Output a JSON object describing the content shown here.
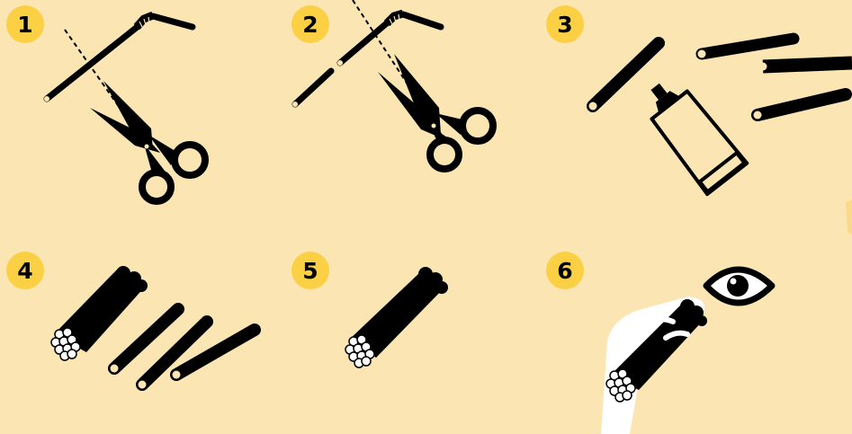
{
  "colors": {
    "background": "#FBE6B3",
    "badge": "#FBD045",
    "ink": "#000000",
    "white": "#FFFFFF"
  },
  "steps": [
    {
      "number": "1",
      "icon": "scissors-cutting-straw-icon"
    },
    {
      "number": "2",
      "icon": "scissors-cut-straw-icon"
    },
    {
      "number": "3",
      "icon": "glue-and-straws-icon"
    },
    {
      "number": "4",
      "icon": "straws-bundle-icon"
    },
    {
      "number": "5",
      "icon": "glued-straw-bundle-icon"
    },
    {
      "number": "6",
      "icon": "hand-eye-viewer-icon"
    }
  ]
}
